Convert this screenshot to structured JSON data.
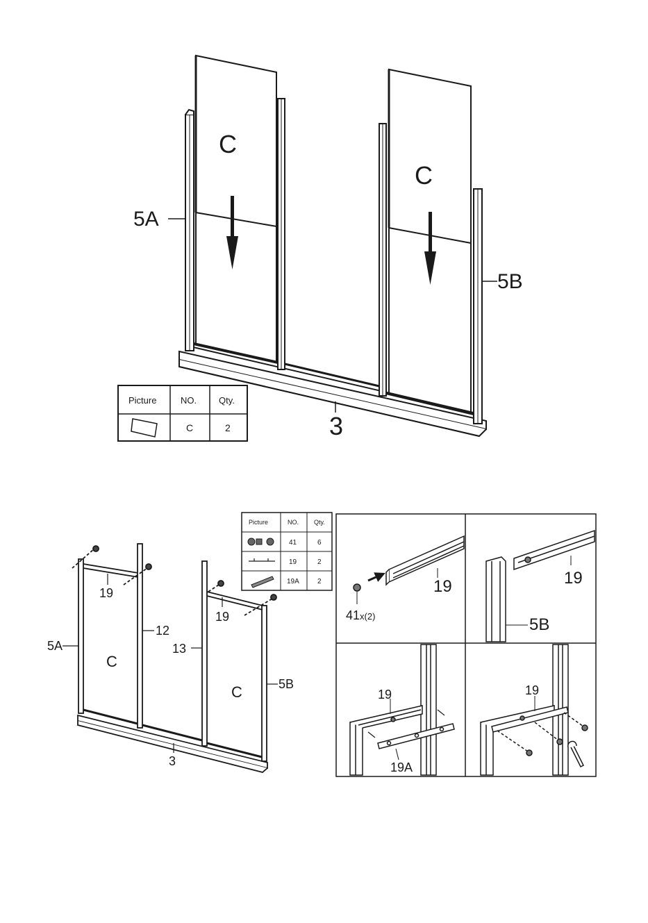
{
  "step1": {
    "labels": {
      "panel_left": "C",
      "panel_right": "C",
      "frame_left": "5A",
      "frame_right": "5B",
      "base": "3"
    },
    "parts_table": {
      "headers": [
        "Picture",
        "NO.",
        "Qty."
      ],
      "rows": [
        {
          "icon": "panel-icon",
          "no": "C",
          "qty": "2"
        }
      ]
    }
  },
  "step2": {
    "labels": {
      "panel_left": "C",
      "panel_right": "C",
      "frame_left": "5A",
      "frame_right": "5B",
      "post_left": "12",
      "post_right": "13",
      "rail_left": "19",
      "rail_right": "19",
      "base": "3"
    },
    "parts_table": {
      "headers": [
        "Picture",
        "NO.",
        "Qty."
      ],
      "rows": [
        {
          "icon": "nut-bolt-icon",
          "no": "41",
          "qty": "6"
        },
        {
          "icon": "rail-icon",
          "no": "19",
          "qty": "2"
        },
        {
          "icon": "bracket-icon",
          "no": "19A",
          "qty": "2"
        }
      ]
    },
    "details": {
      "a": {
        "rail": "19",
        "fastener_no": "41",
        "fastener_qty": "x(2)"
      },
      "b": {
        "rail": "19",
        "frame": "5B"
      },
      "c": {
        "rail": "19",
        "bracket": "19A"
      },
      "d": {
        "rail": "19"
      }
    }
  }
}
